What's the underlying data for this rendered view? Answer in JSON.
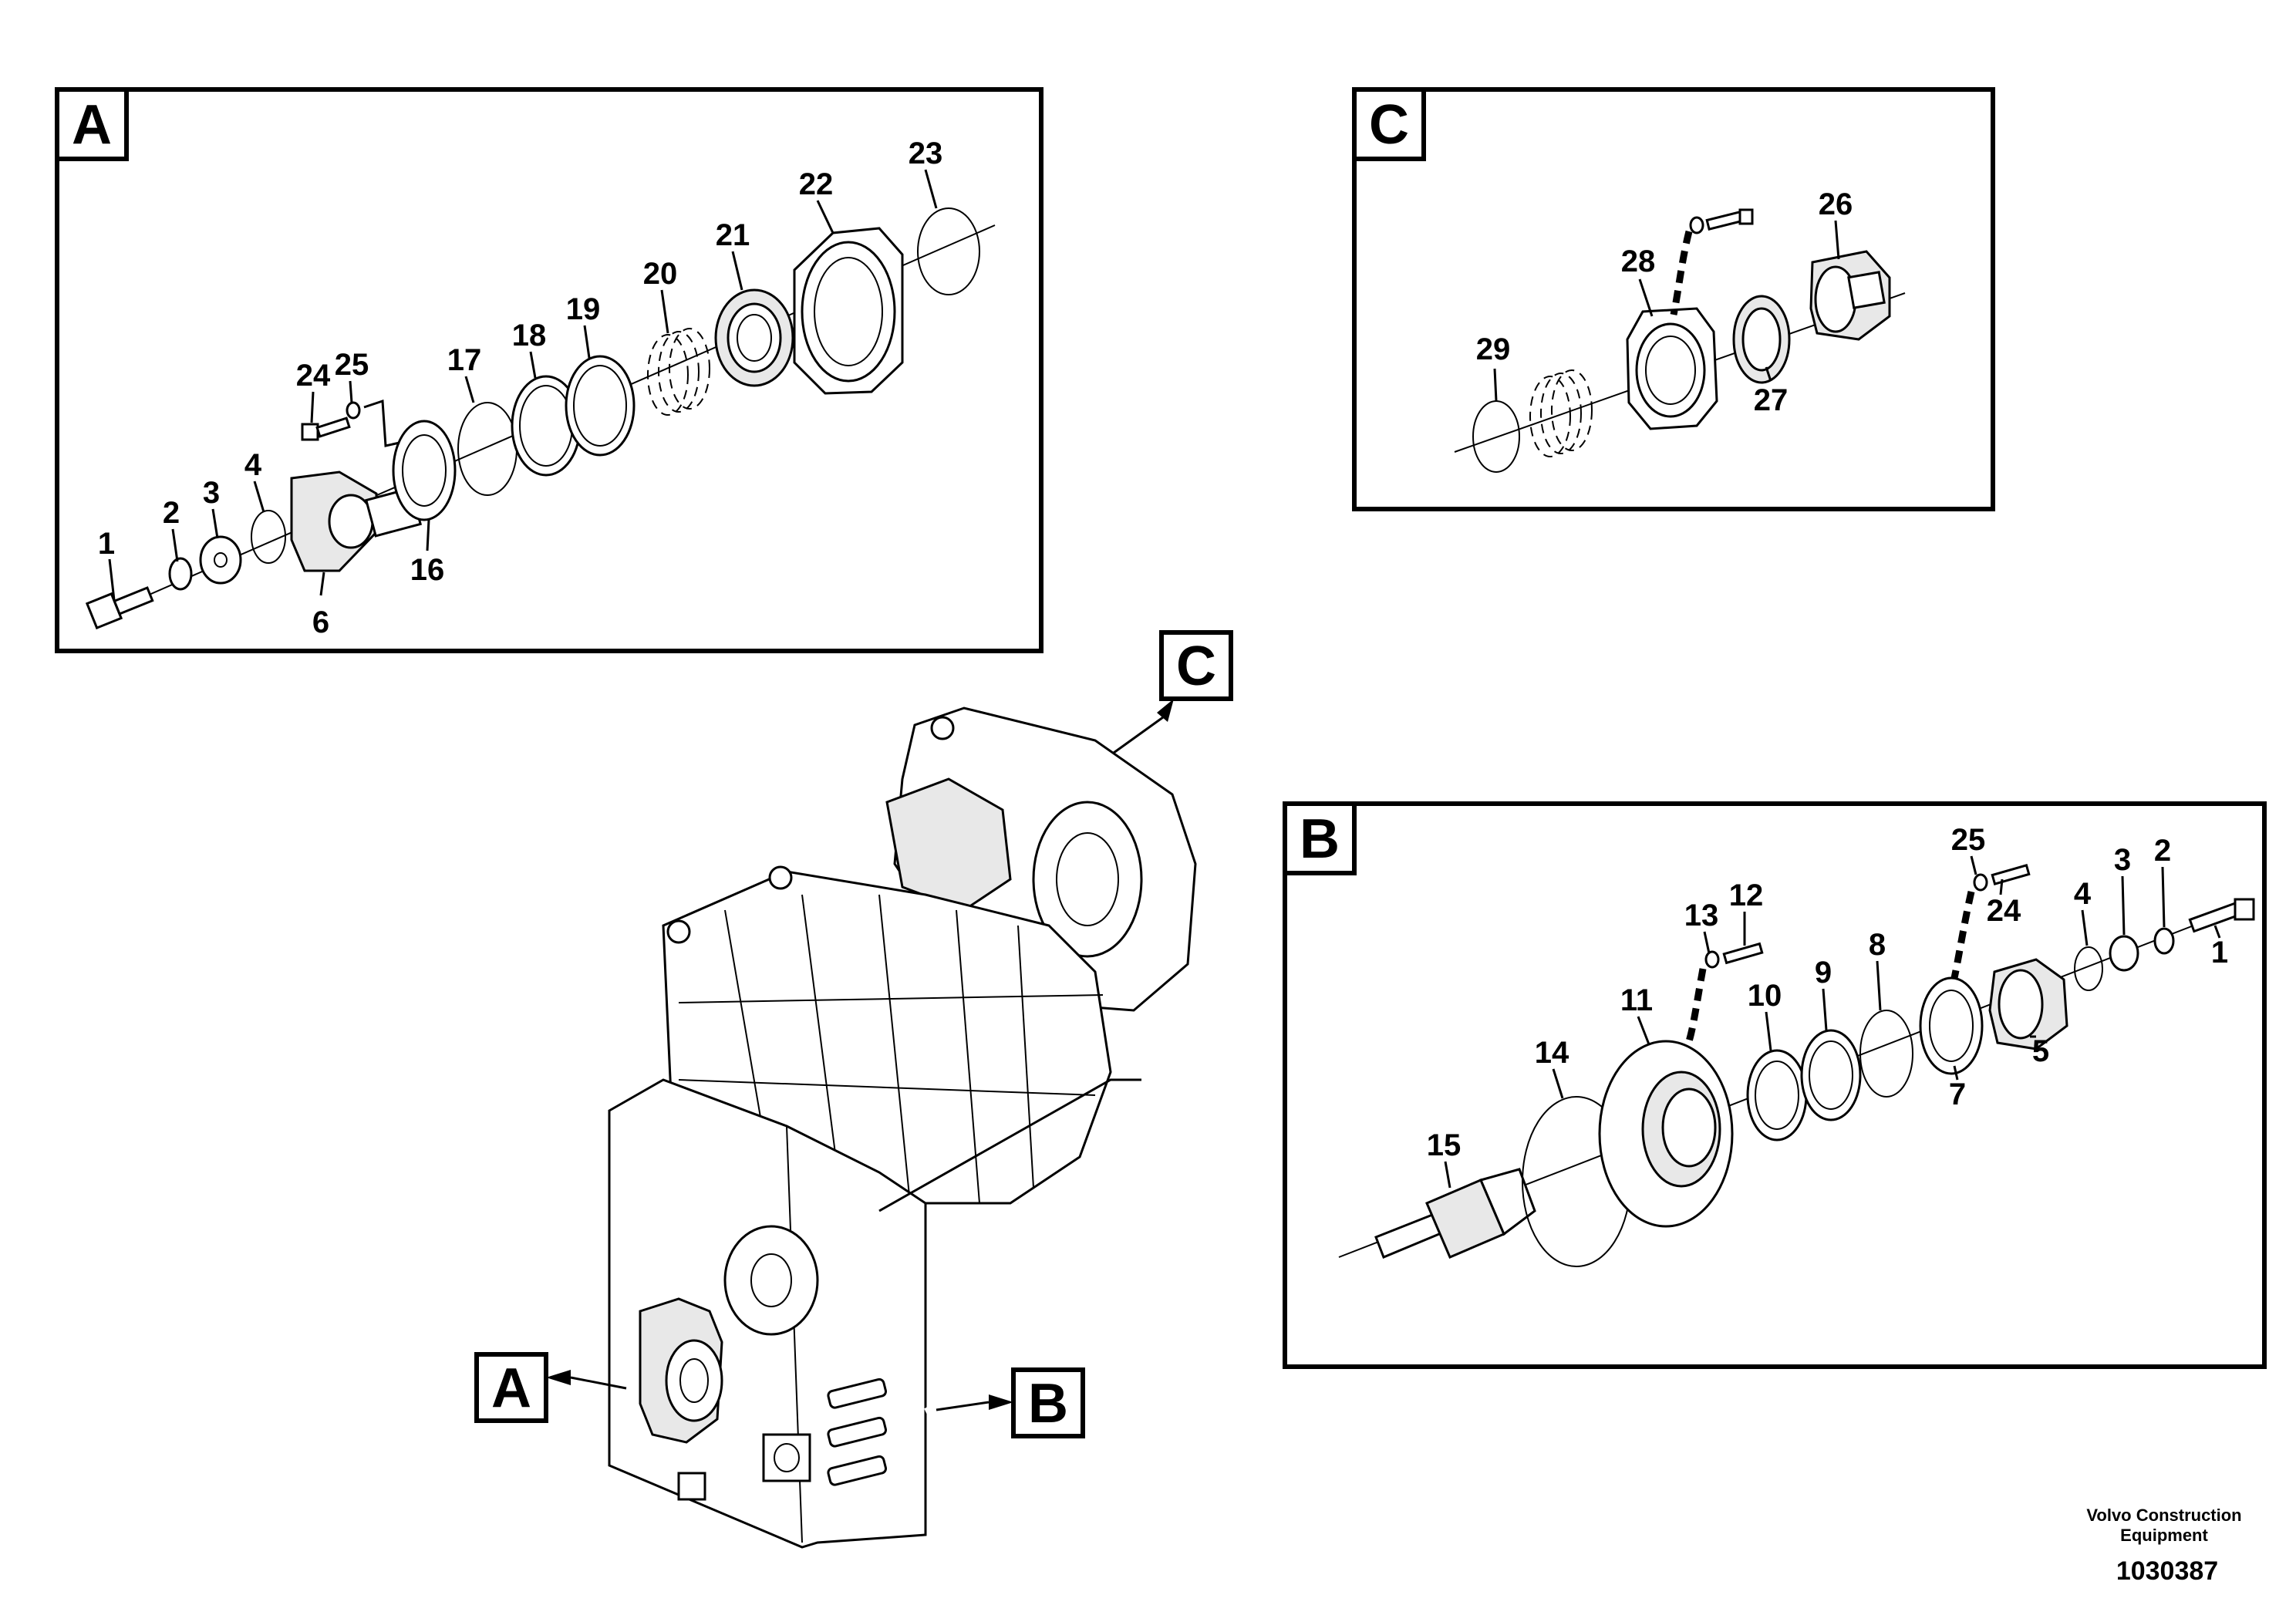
{
  "panels": {
    "A": {
      "label": "A",
      "callouts": [
        "1",
        "2",
        "3",
        "4",
        "6",
        "16",
        "24",
        "25",
        "17",
        "18",
        "19",
        "20",
        "21",
        "22",
        "23"
      ]
    },
    "B": {
      "label": "B",
      "callouts": [
        "1",
        "2",
        "3",
        "4",
        "5",
        "7",
        "8",
        "9",
        "10",
        "11",
        "12",
        "13",
        "14",
        "15",
        "24",
        "25"
      ]
    },
    "C": {
      "label": "C",
      "callouts": [
        "26",
        "27",
        "28",
        "29"
      ]
    }
  },
  "overview": {
    "pointer_labels": [
      "A",
      "B",
      "C"
    ]
  },
  "watermark": {
    "line1": "Volvo Construction",
    "line2": "Equipment",
    "code": "1030387"
  }
}
